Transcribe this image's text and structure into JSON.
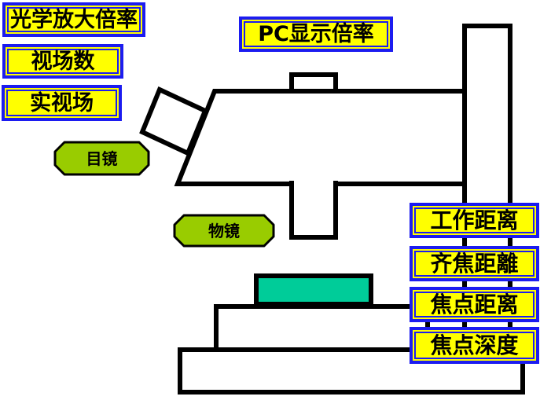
{
  "labels": {
    "optical_magnification": "光学放大倍率",
    "field_number": "视场数",
    "real_field_of_view": "实视场",
    "pc_display_magnification": "PC显示倍率",
    "eyepiece": "目镜",
    "objective": "物镜",
    "working_distance": "工作距离",
    "parfocal_distance": "齐焦距離",
    "focal_distance": "焦点距离",
    "focal_depth": "焦点深度"
  },
  "colors": {
    "background": "#FFFFFF",
    "callout_fill": "#FFFF00",
    "callout_border": "#1C1CF0",
    "part_label_fill": "#99CC00",
    "specimen_fill": "#00CC99",
    "outline": "#000000"
  }
}
